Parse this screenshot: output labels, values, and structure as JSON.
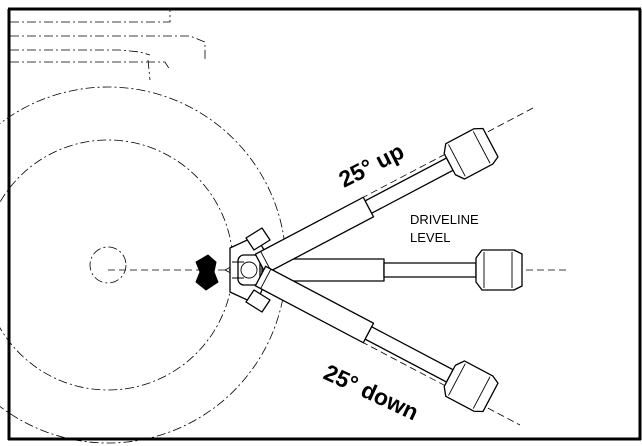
{
  "labels": {
    "angle_up": "25° up",
    "angle_down": "25° down",
    "level_line1": "DRIVELINE",
    "level_line2": "LEVEL"
  }
}
